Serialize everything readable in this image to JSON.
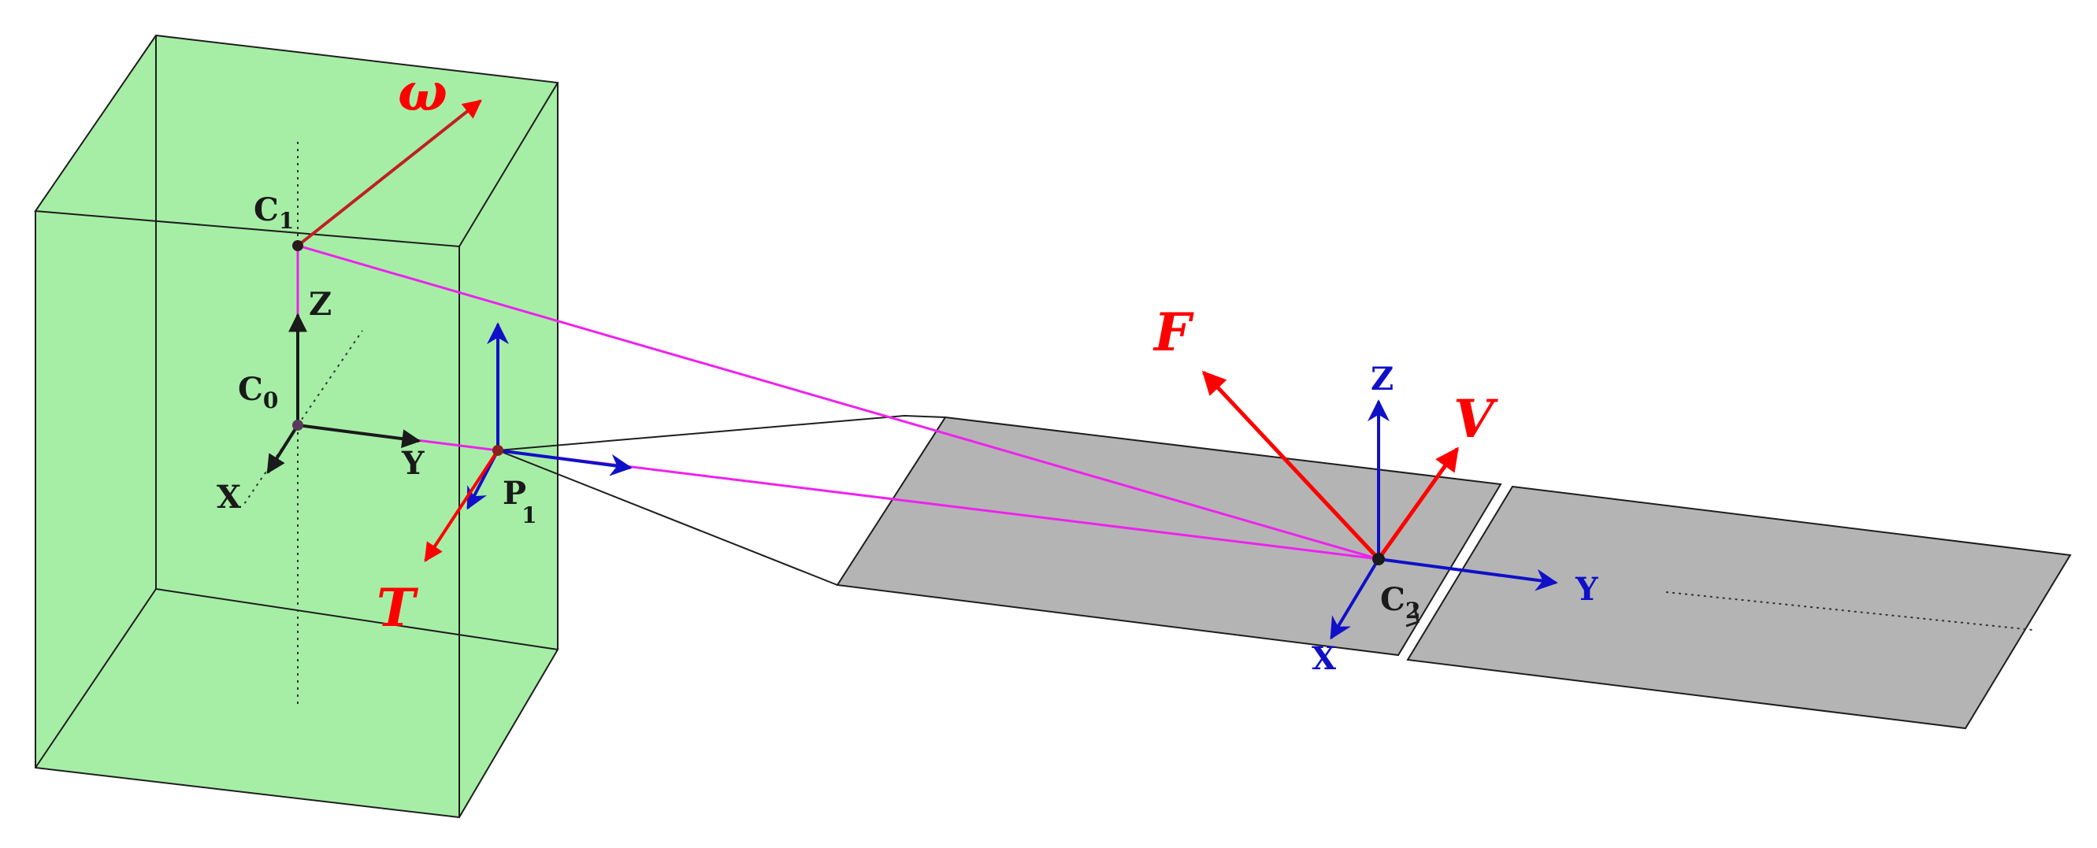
{
  "labels": {
    "omega": "ω",
    "c1": "C",
    "c1_sub": "1",
    "z_body": "Z",
    "c0": "C",
    "c0_sub": "0",
    "y_body": "Y",
    "x_body": "X",
    "p1": "P",
    "p1_sub": "1",
    "t": "T",
    "f": "F",
    "z_panel": "Z",
    "v": "V",
    "c2": "C",
    "c2_sub": "2",
    "y_panel": "Y",
    "x_panel": "X"
  },
  "colors": {
    "body_fill": "#a6eea6",
    "body_edge": "#1e1e1e",
    "panel_fill": "#b4b4b4",
    "panel_edge": "#1e1e1e",
    "link_line": "#ee22ee",
    "force_vector": "#ff0000",
    "panel_axis": "#1010c8",
    "body_axis": "#1a1a1a",
    "omega_vector": "#c02020"
  }
}
